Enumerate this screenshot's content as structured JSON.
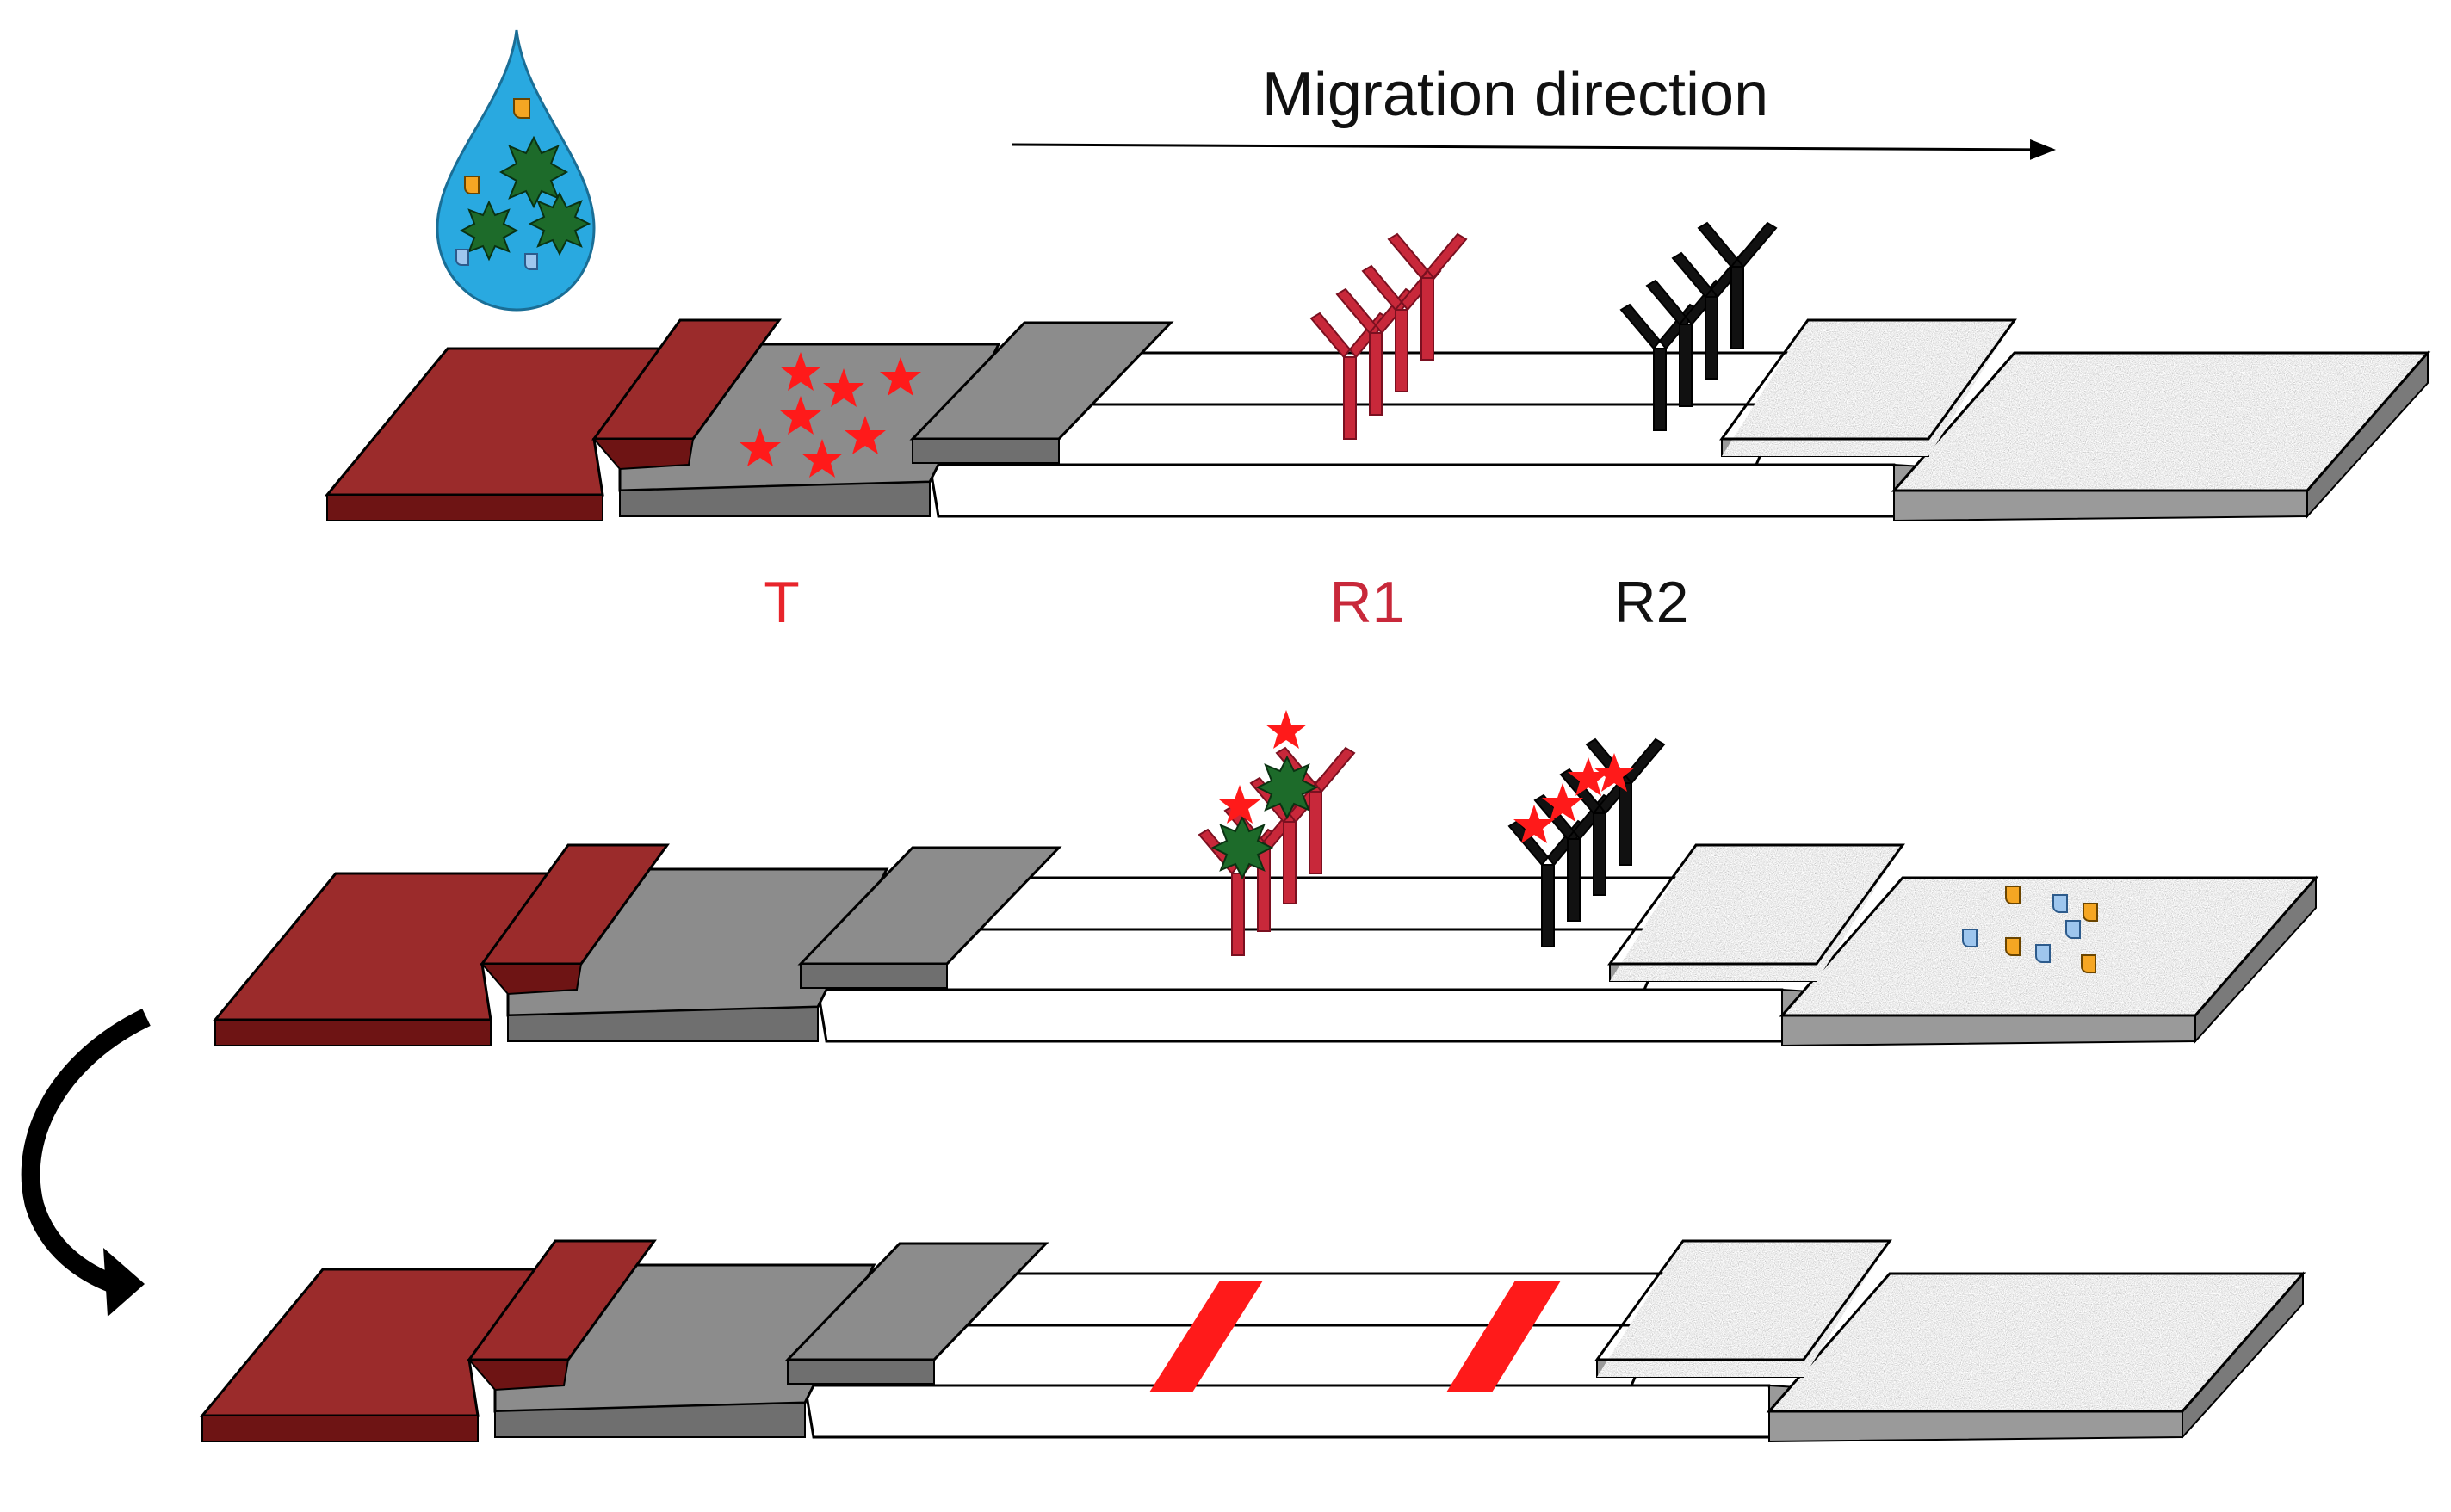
{
  "title": "Migration direction",
  "zone_labels": {
    "t": "T",
    "r1": "R1",
    "r2": "R2"
  },
  "colors": {
    "sample_pad": "#9b2b2b",
    "sample_pad_dark": "#6e1414",
    "conjugate_pad": "#8c8c8c",
    "membrane": "#ffffff",
    "absorbent_pad": "#c8c8c8",
    "label_star": "#ff1a1a",
    "capture_antibody": "#c8283a",
    "control_antibody": "#111111",
    "analyte": "#1d6b2a",
    "droplet": "#29a9e0",
    "label_t": "#e8242b",
    "label_r1": "#c8283a",
    "label_r2": "#000000"
  },
  "icons": [
    "droplet-icon",
    "star-icon",
    "antibody-icon",
    "analyte-icon",
    "curved-arrow-icon"
  ]
}
